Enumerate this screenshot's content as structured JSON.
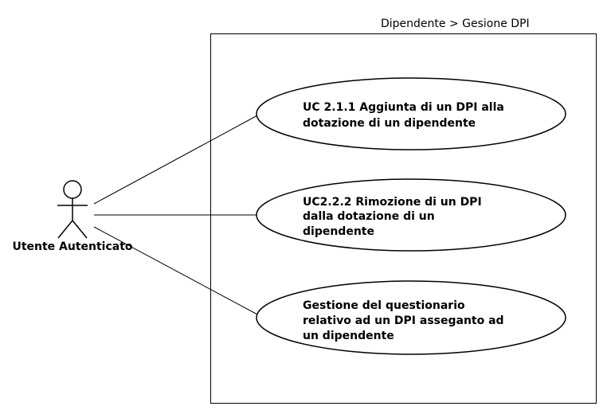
{
  "system_boundary": {
    "title": "Dipendente > Gesione DPI"
  },
  "actor": {
    "name": "Utente Autenticato",
    "icon": "stick-figure-actor-icon"
  },
  "use_cases": [
    {
      "lines": [
        "UC 2.1.1 Aggiunta di  un DPI alla",
        "dotazione di un dipendente"
      ]
    },
    {
      "lines": [
        "UC2.2.2 Rimozione di un DPI",
        "dalla dotazione di un",
        "dipendente"
      ]
    },
    {
      "lines": [
        "Gestione del questionario",
        "relativo ad un DPI asseganto ad",
        "un dipendente"
      ]
    }
  ],
  "colors": {
    "stroke": "#000000",
    "fill": "#ffffff",
    "text": "#000000"
  }
}
